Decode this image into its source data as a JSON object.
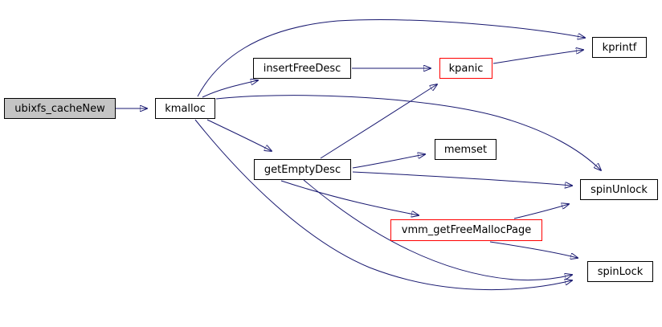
{
  "diagram": {
    "type": "call-graph",
    "colors": {
      "edge": "#191970",
      "node_border": "#000000",
      "highlight_border": "#ff0000",
      "focus_fill": "#c4c4c4",
      "node_fill": "#ffffff",
      "text": "#000000",
      "background": "#ffffff"
    }
  },
  "nodes": [
    {
      "id": "ubixfs_cacheNew",
      "label": "ubixfs_cacheNew",
      "style": "focus"
    },
    {
      "id": "kmalloc",
      "label": "kmalloc",
      "style": "normal"
    },
    {
      "id": "insertFreeDesc",
      "label": "insertFreeDesc",
      "style": "normal"
    },
    {
      "id": "kpanic",
      "label": "kpanic",
      "style": "highlight"
    },
    {
      "id": "kprintf",
      "label": "kprintf",
      "style": "normal"
    },
    {
      "id": "getEmptyDesc",
      "label": "getEmptyDesc",
      "style": "normal"
    },
    {
      "id": "memset",
      "label": "memset",
      "style": "normal"
    },
    {
      "id": "spinUnlock",
      "label": "spinUnlock",
      "style": "normal"
    },
    {
      "id": "vmm_getFreeMallocPage",
      "label": "vmm_getFreeMallocPage",
      "style": "highlight"
    },
    {
      "id": "spinLock",
      "label": "spinLock",
      "style": "normal"
    }
  ],
  "edges": [
    {
      "from": "ubixfs_cacheNew",
      "to": "kmalloc"
    },
    {
      "from": "kmalloc",
      "to": "kprintf"
    },
    {
      "from": "kmalloc",
      "to": "insertFreeDesc"
    },
    {
      "from": "kmalloc",
      "to": "getEmptyDesc"
    },
    {
      "from": "kmalloc",
      "to": "spinUnlock"
    },
    {
      "from": "kmalloc",
      "to": "spinLock"
    },
    {
      "from": "insertFreeDesc",
      "to": "kpanic"
    },
    {
      "from": "kpanic",
      "to": "kprintf"
    },
    {
      "from": "getEmptyDesc",
      "to": "kpanic"
    },
    {
      "from": "getEmptyDesc",
      "to": "memset"
    },
    {
      "from": "getEmptyDesc",
      "to": "spinUnlock"
    },
    {
      "from": "getEmptyDesc",
      "to": "vmm_getFreeMallocPage"
    },
    {
      "from": "getEmptyDesc",
      "to": "spinLock"
    },
    {
      "from": "vmm_getFreeMallocPage",
      "to": "spinUnlock"
    },
    {
      "from": "vmm_getFreeMallocPage",
      "to": "spinLock"
    }
  ]
}
